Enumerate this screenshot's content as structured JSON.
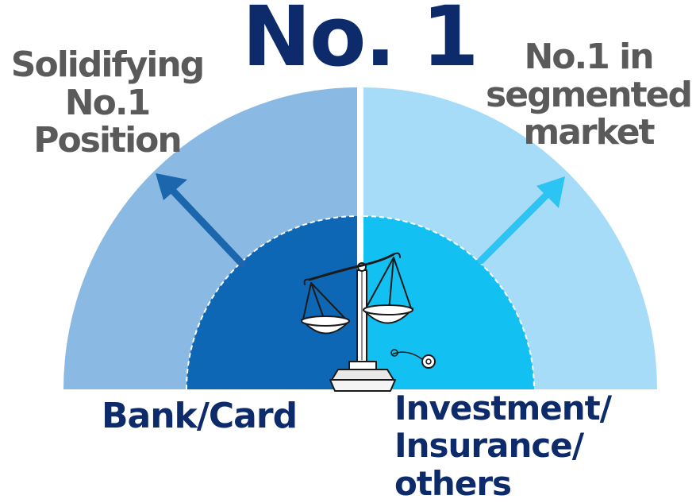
{
  "headline": "No. 1",
  "goals": {
    "left": [
      "Solidifying",
      "No.1",
      "Position"
    ],
    "right": [
      "No.1 in",
      "segmented",
      "market"
    ]
  },
  "segments": {
    "left": "Bank/Card",
    "right": [
      "Investment/",
      "Insurance/",
      "others"
    ]
  },
  "colors": {
    "headline": "#0d2a6b",
    "goal_text": "#5a5a5a",
    "outer_left": "#8ab9e3",
    "outer_right": "#a6dcf7",
    "inner_left": "#0e67b4",
    "inner_right": "#12c1f2",
    "arrow_left": "#1b66ad",
    "arrow_right": "#2cc4f2"
  },
  "icon": "balance-scale-icon"
}
